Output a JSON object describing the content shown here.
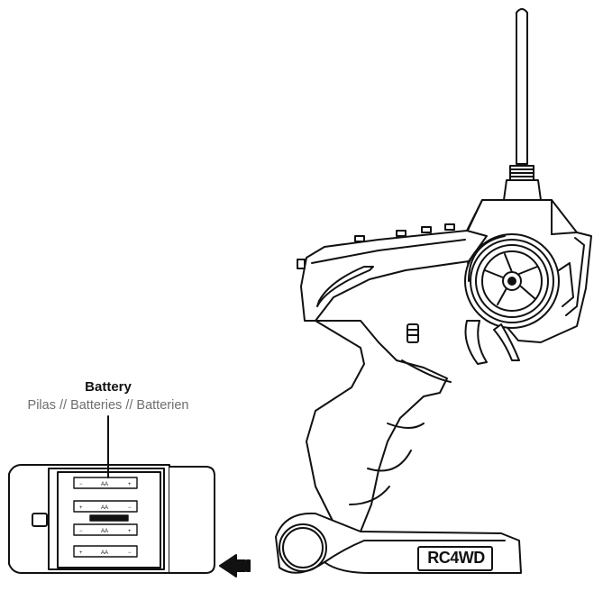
{
  "callout": {
    "title": "Battery",
    "subtitle": "Pilas // Batteries // Batterien"
  },
  "transmitter": {
    "brand_label": "RC4WD"
  },
  "battery_cells": [
    {
      "minus": "−",
      "type": "AA",
      "plus": "+"
    },
    {
      "minus": "+",
      "type": "AA",
      "plus": "−"
    },
    {
      "minus": "−",
      "type": "AA",
      "plus": "+"
    },
    {
      "minus": "+",
      "type": "AA",
      "plus": "−"
    }
  ],
  "icons": [
    "antenna",
    "steering-wheel",
    "trigger",
    "battery-tray",
    "insert-arrow-icon"
  ]
}
